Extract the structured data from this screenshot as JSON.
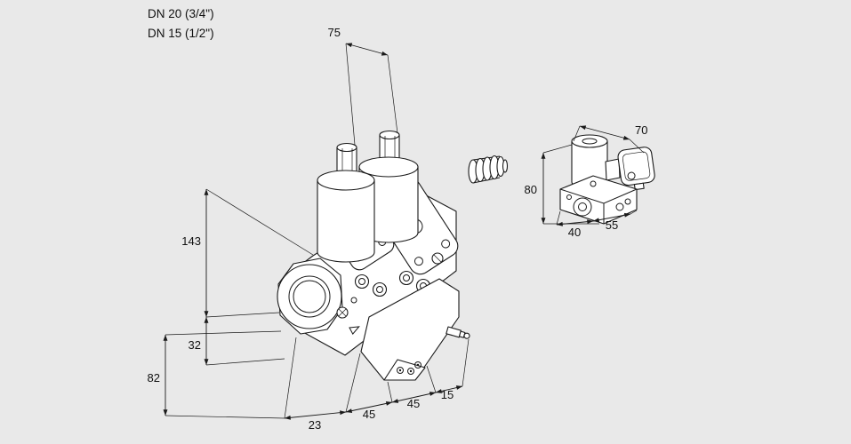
{
  "header": {
    "dn_line1": "DN 20 (3/4\")",
    "dn_line2": "DN 15 (1/2\")"
  },
  "dimensions": {
    "coil_spacing": "75",
    "body_height": "143",
    "flange_offset": "32",
    "lower_height": "82",
    "bottom_a": "23",
    "bottom_b": "45",
    "bottom_c": "45",
    "bottom_d": "15",
    "small_top": "70",
    "small_height": "80",
    "small_bottom_left": "40",
    "small_bottom_right": "55"
  },
  "colors": {
    "background": "#e9e9e9",
    "stroke": "#1a1a1a",
    "fill": "#ffffff"
  }
}
